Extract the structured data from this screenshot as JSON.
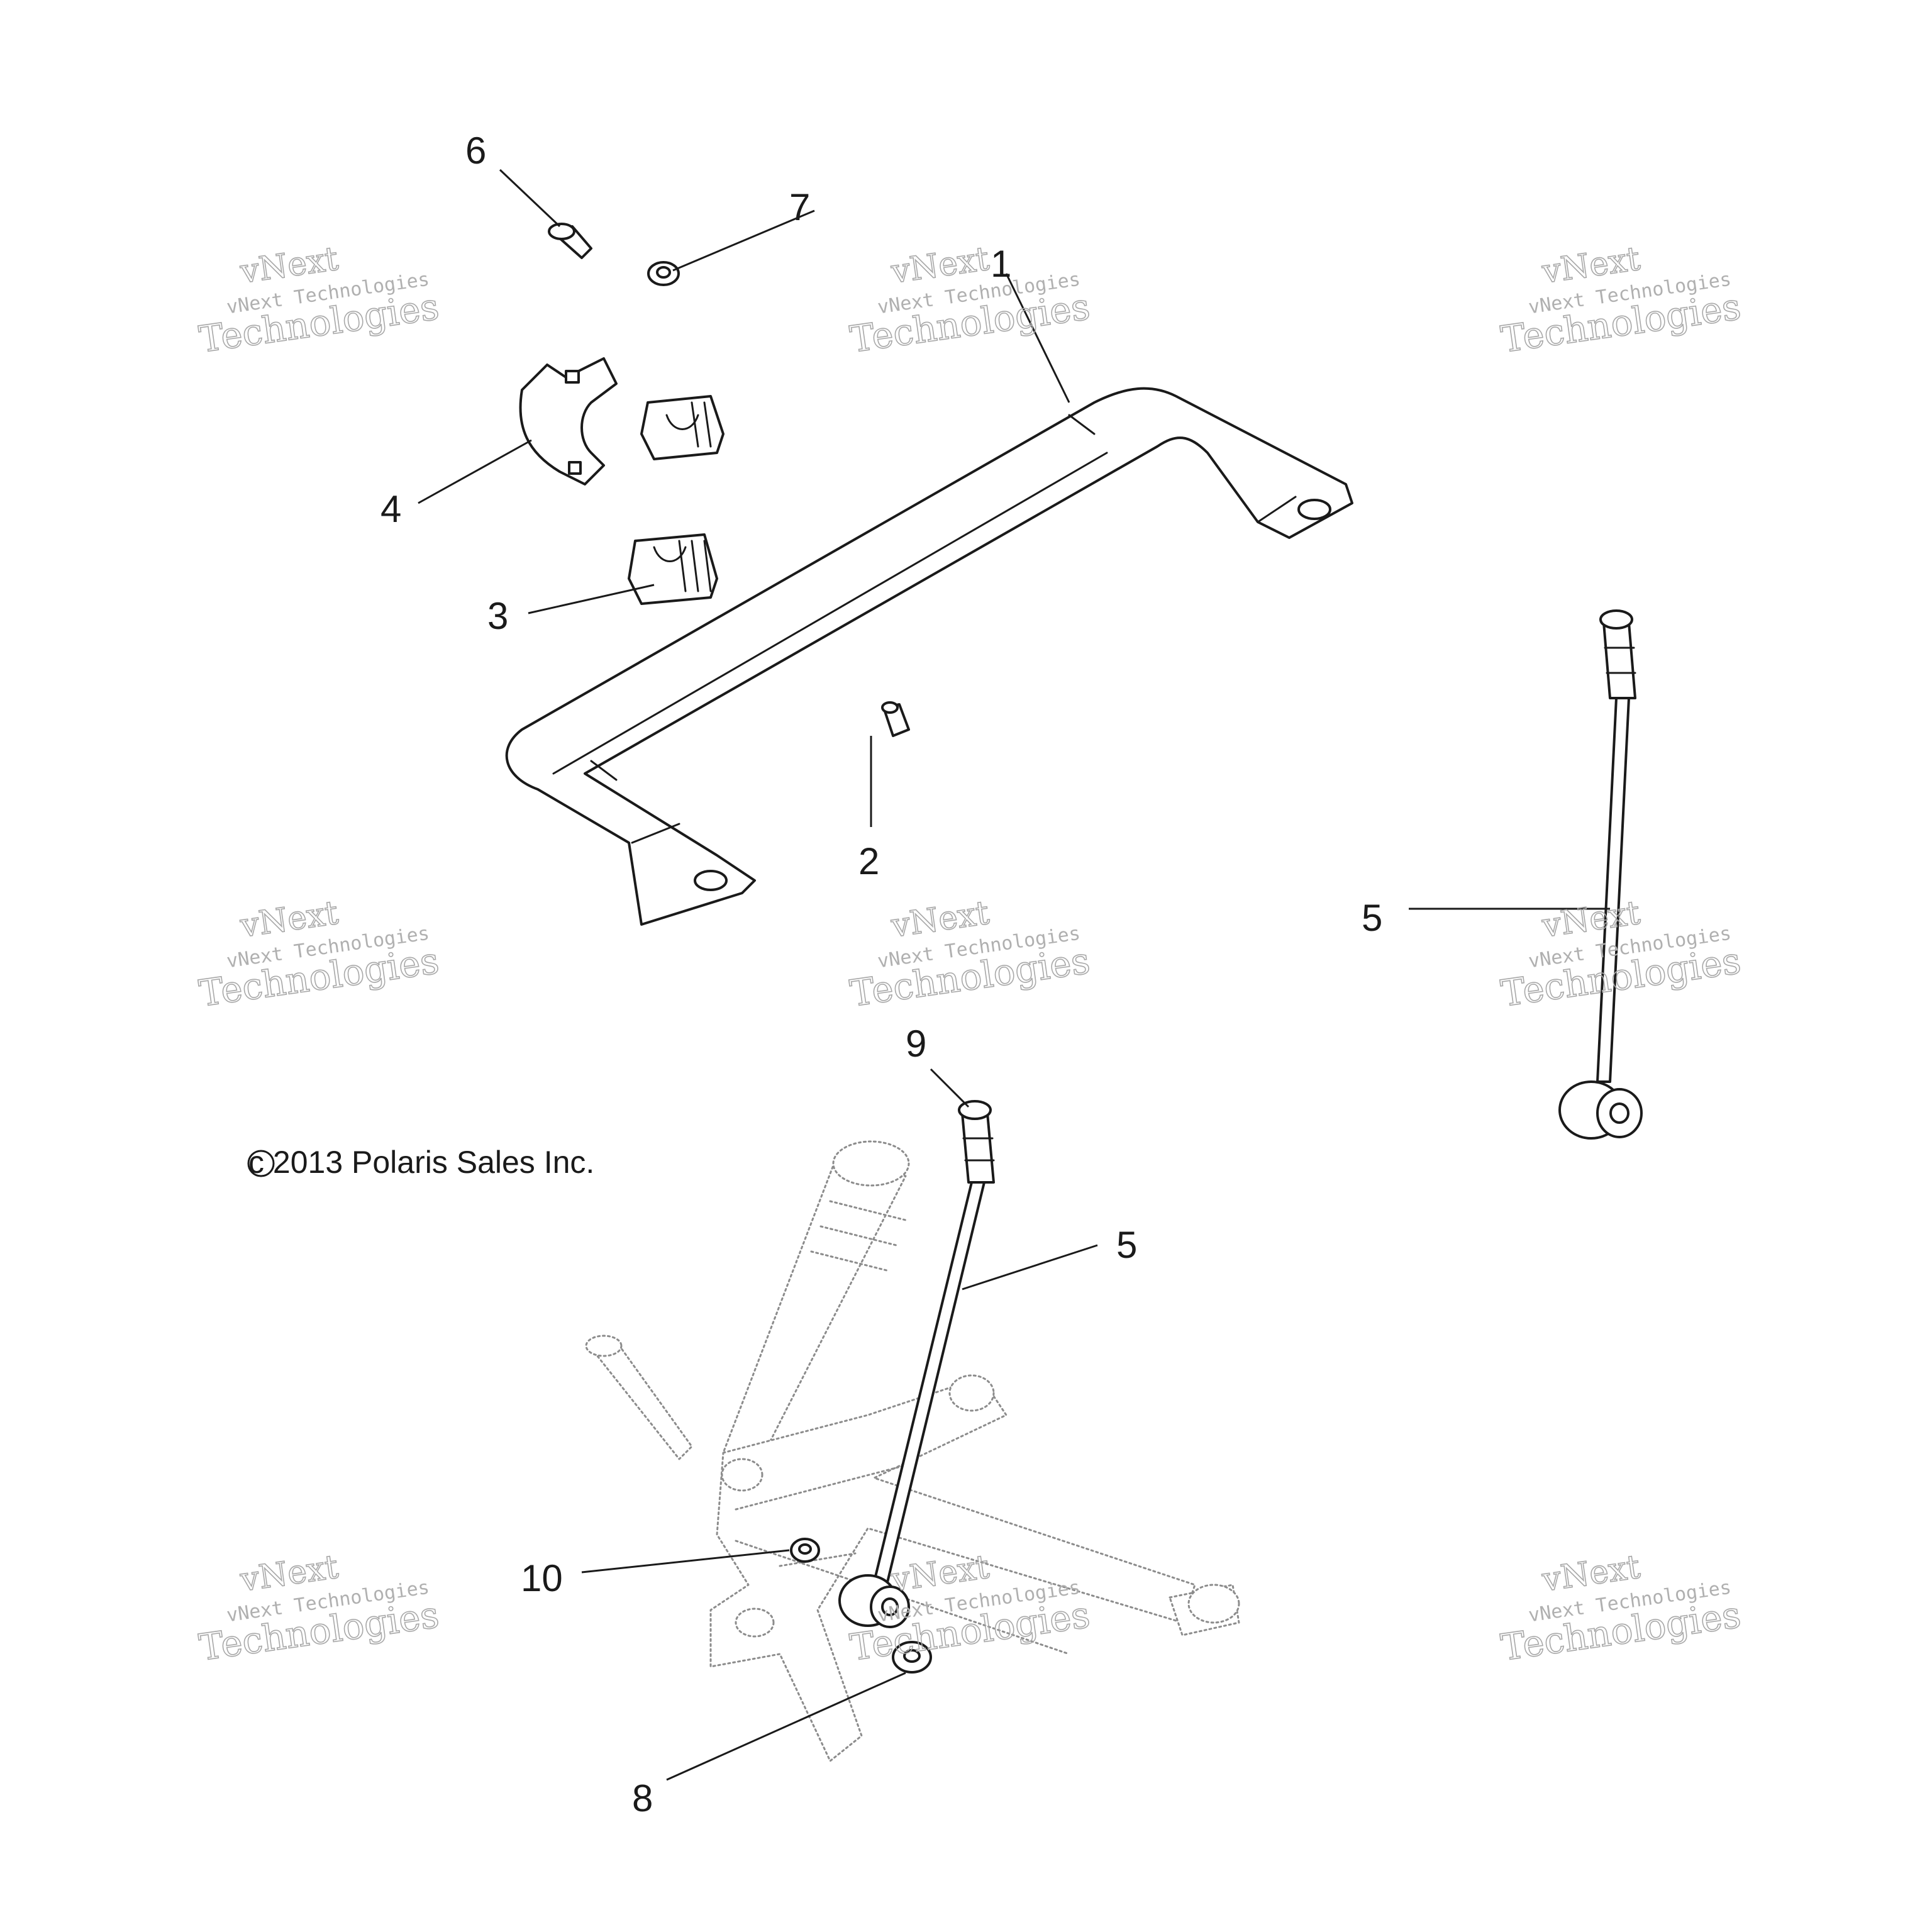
{
  "diagram": {
    "callouts": [
      {
        "id": "c1",
        "label": "1"
      },
      {
        "id": "c2",
        "label": "2"
      },
      {
        "id": "c3",
        "label": "3"
      },
      {
        "id": "c4",
        "label": "4"
      },
      {
        "id": "c5a",
        "label": "5"
      },
      {
        "id": "c5b",
        "label": "5"
      },
      {
        "id": "c6",
        "label": "6"
      },
      {
        "id": "c7",
        "label": "7"
      },
      {
        "id": "c8",
        "label": "8"
      },
      {
        "id": "c9",
        "label": "9"
      },
      {
        "id": "c10",
        "label": "10"
      }
    ],
    "copyright": "c 2013 Polaris Sales Inc.",
    "watermark": {
      "line1": "vNext",
      "line2": "vNext Technologies",
      "line3": "Technologies"
    },
    "colors": {
      "line": "#1a1a1a",
      "ghost": "#8c8c8c",
      "watermark": "#a8a8a8",
      "background": "#ffffff"
    }
  }
}
